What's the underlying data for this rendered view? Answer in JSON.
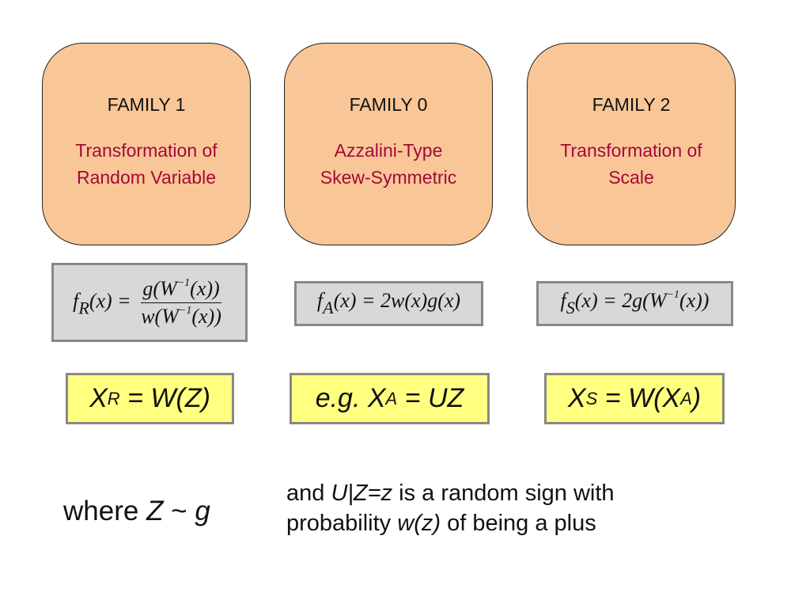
{
  "families": [
    {
      "title": "FAMILY 1",
      "subtitle": "Transformation of\nRandom Variable"
    },
    {
      "title": "FAMILY 0",
      "subtitle": "Azzalini-Type\nSkew-Symmetric"
    },
    {
      "title": "FAMILY 2",
      "subtitle": "Transformation of\nScale"
    }
  ],
  "formulas": {
    "f1": {
      "lhs_sym": "f",
      "lhs_sub": "R",
      "lhs_arg": "(x) =",
      "num": "g(W",
      "num_sup": "−1",
      "num_end": "(x))",
      "den": "w(W",
      "den_sup": "−1",
      "den_end": "(x))"
    },
    "f0": {
      "lhs_sym": "f",
      "lhs_sub": "A",
      "rhs": "(x) = 2w(x)g(x)"
    },
    "f2": {
      "lhs_sym": "f",
      "lhs_sub": "S",
      "rhs_pre": "(x) = 2g(W",
      "rhs_sup": "−1",
      "rhs_end": "(x))"
    }
  },
  "definitions": {
    "d1": {
      "pre": "X",
      "sub": "R",
      "post": " = W(Z)"
    },
    "d0": {
      "pre": "e.g. X",
      "sub": "A",
      "post": " = UZ"
    },
    "d2": {
      "pre": "X",
      "sub": "S",
      "mid": " = W(X",
      "sub2": "A",
      "post": ")"
    }
  },
  "notes": {
    "left": {
      "pre": "where ",
      "var1": "Z",
      "mid": " ~ ",
      "var2": "g"
    },
    "right": {
      "pre": "and ",
      "var": "U|Z=z",
      "mid": " is a random sign with",
      "line2_pre": "probability ",
      "var2": "w(z)",
      "line2_post": " of being a plus"
    }
  },
  "colors": {
    "family_fill": "#f9c797",
    "subtitle": "#a3083a",
    "formula_fill": "#d8d8d8",
    "definition_fill": "#ffff80"
  }
}
